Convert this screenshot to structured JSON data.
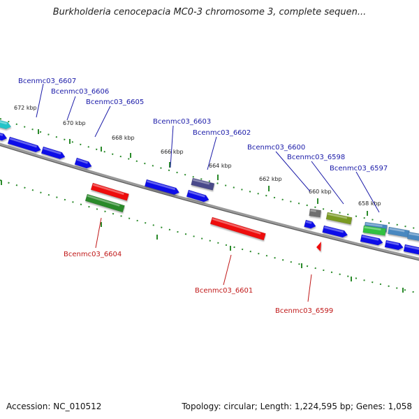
{
  "title": "Burkholderia cenocepacia MC0-3 chromosome 3, complete sequen...",
  "footer": {
    "accession": "Accession: NC_010512",
    "summary": "Topology: circular; Length: 1,224,595 bp; Genes: 1,058"
  },
  "colors": {
    "backbone": "#8a8a8a",
    "tick_dots": "#2a8a2a",
    "forward_label": "#1a1aa8",
    "reverse_label": "#c01818",
    "scale_text": "#222222"
  },
  "scale_labels": [
    "672 kbp",
    "670 kbp",
    "668 kbp",
    "666 kbp",
    "664 kbp",
    "662 kbp",
    "660 kbp",
    "658 kbp"
  ],
  "gene_labels": [
    {
      "text": "Bcenmc03_6607",
      "strand": "forward"
    },
    {
      "text": "Bcenmc03_6606",
      "strand": "forward"
    },
    {
      "text": "Bcenmc03_6605",
      "strand": "forward"
    },
    {
      "text": "Bcenmc03_6603",
      "strand": "forward"
    },
    {
      "text": "Bcenmc03_6602",
      "strand": "forward"
    },
    {
      "text": "Bcenmc03_6600",
      "strand": "forward"
    },
    {
      "text": "Bcenmc03_6598",
      "strand": "forward"
    },
    {
      "text": "Bcenmc03_6597",
      "strand": "forward"
    },
    {
      "text": "Bcenmc03_6604",
      "strand": "reverse"
    },
    {
      "text": "Bcenmc03_6601",
      "strand": "reverse"
    },
    {
      "text": "Bcenmc03_6599",
      "strand": "reverse"
    }
  ],
  "features": [
    {
      "name": "feature-cyan",
      "color": "#22c4c8"
    },
    {
      "name": "feature-blue",
      "color": "#1010e8"
    },
    {
      "name": "feature-red",
      "color": "#ee1010"
    },
    {
      "name": "feature-green",
      "color": "#2a8a2a"
    },
    {
      "name": "feature-slate",
      "color": "#4a4a8a"
    },
    {
      "name": "feature-gray",
      "color": "#707070"
    },
    {
      "name": "feature-olive",
      "color": "#7a9a20"
    },
    {
      "name": "feature-steel",
      "color": "#4a88c0"
    },
    {
      "name": "feature-lime",
      "color": "#30c040"
    }
  ]
}
